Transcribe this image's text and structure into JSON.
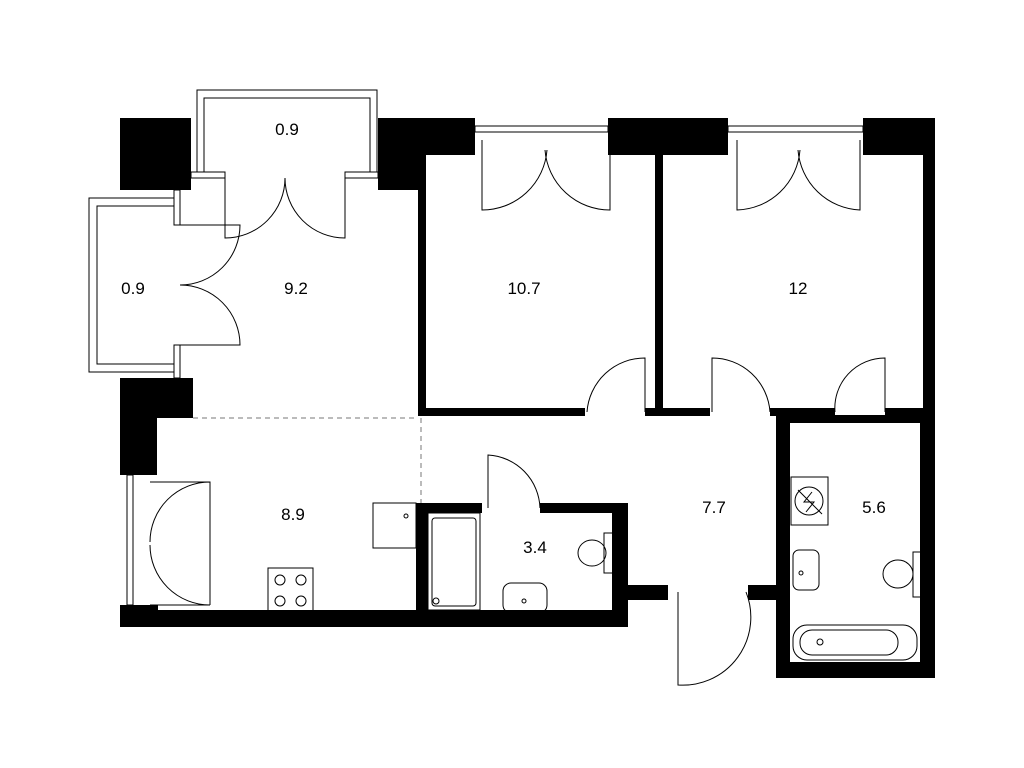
{
  "plan": {
    "rooms": [
      {
        "id": "balcony-top",
        "area": "0.9"
      },
      {
        "id": "balcony-left",
        "area": "0.9"
      },
      {
        "id": "living-room",
        "area": "9.2"
      },
      {
        "id": "bedroom-1",
        "area": "10.7"
      },
      {
        "id": "bedroom-2",
        "area": "12"
      },
      {
        "id": "kitchen",
        "area": "8.9"
      },
      {
        "id": "bathroom-small",
        "area": "3.4"
      },
      {
        "id": "hallway",
        "area": "7.7"
      },
      {
        "id": "bathroom-large",
        "area": "5.6"
      }
    ],
    "colors": {
      "wall": "#000000",
      "background": "#ffffff"
    }
  }
}
